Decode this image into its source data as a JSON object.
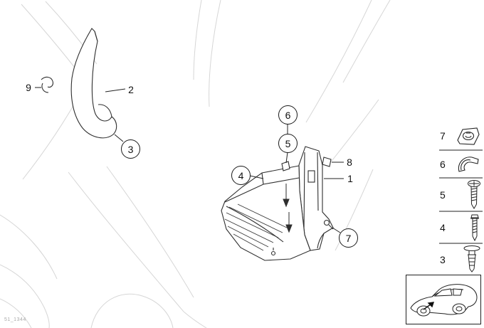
{
  "diagram": {
    "code": "51_1344",
    "callouts": {
      "c1": "1",
      "c2": "2",
      "c3": "3",
      "c4": "4",
      "c5": "5",
      "c6": "6",
      "c7": "7",
      "c8": "8",
      "c9": "9"
    },
    "legend": {
      "items": [
        {
          "label": "7",
          "icon": "speed-nut-icon"
        },
        {
          "label": "6",
          "icon": "spring-clip-icon"
        },
        {
          "label": "5",
          "icon": "phillips-screw-icon"
        },
        {
          "label": "4",
          "icon": "pan-head-screw-icon"
        },
        {
          "label": "3",
          "icon": "expanding-rivet-icon"
        }
      ]
    },
    "thumbnail": {
      "name": "car-location-thumbnail"
    }
  }
}
